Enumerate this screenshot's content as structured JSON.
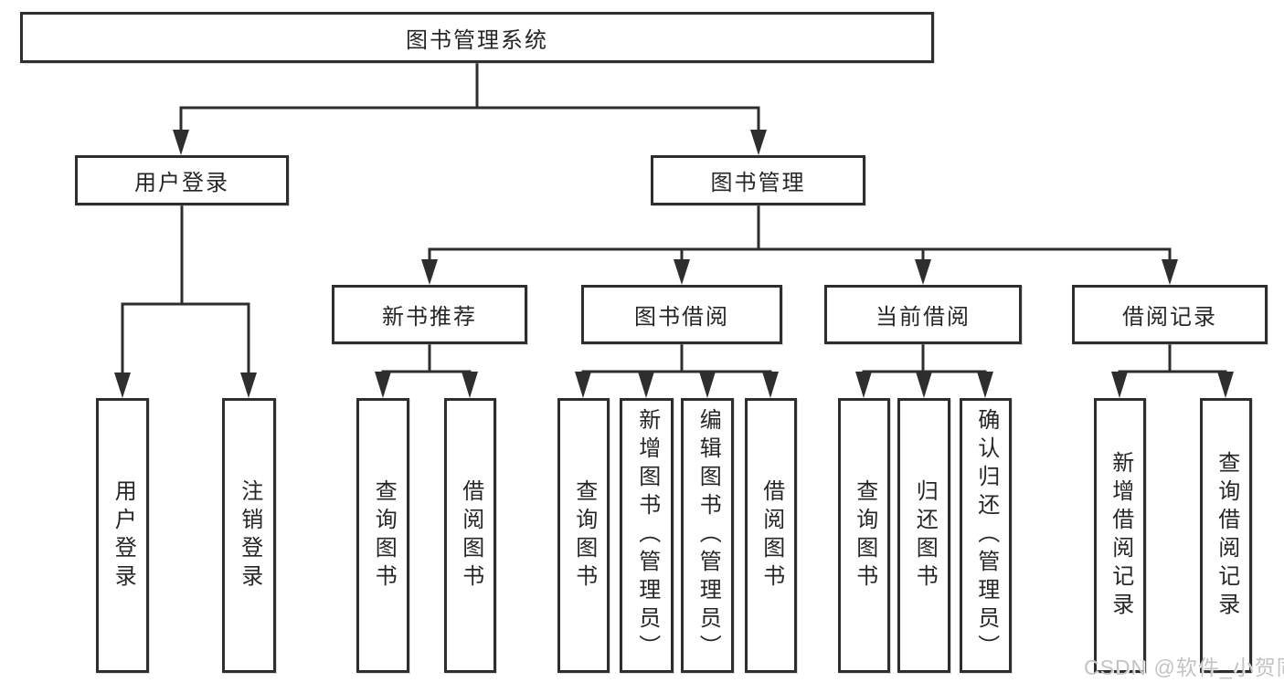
{
  "diagram": {
    "tree": {
      "label": "图书管理系统",
      "children": [
        {
          "label": "用户登录",
          "children": [
            {
              "label": "用户登录"
            },
            {
              "label": "注销登录"
            }
          ]
        },
        {
          "label": "图书管理",
          "children": [
            {
              "label": "新书推荐",
              "children": [
                {
                  "label": "查询图书"
                },
                {
                  "label": "借阅图书"
                }
              ]
            },
            {
              "label": "图书借阅",
              "children": [
                {
                  "label": "查询图书"
                },
                {
                  "label": "新增图书（管理员）"
                },
                {
                  "label": "编辑图书（管理员）"
                },
                {
                  "label": "借阅图书"
                }
              ]
            },
            {
              "label": "当前借阅",
              "children": [
                {
                  "label": "查询图书"
                },
                {
                  "label": "归还图书"
                },
                {
                  "label": "确认归还（管理员）"
                }
              ]
            },
            {
              "label": "借阅记录",
              "children": [
                {
                  "label": "新增借阅记录"
                },
                {
                  "label": "查询借阅记录"
                }
              ]
            }
          ]
        }
      ]
    },
    "colors": {
      "line": "#2e2e2e",
      "text": "#262626",
      "background": "#ffffff",
      "watermark_color": "#c3c3c3"
    }
  },
  "watermark": {
    "text": "CSDN @软件_小贺同学"
  }
}
